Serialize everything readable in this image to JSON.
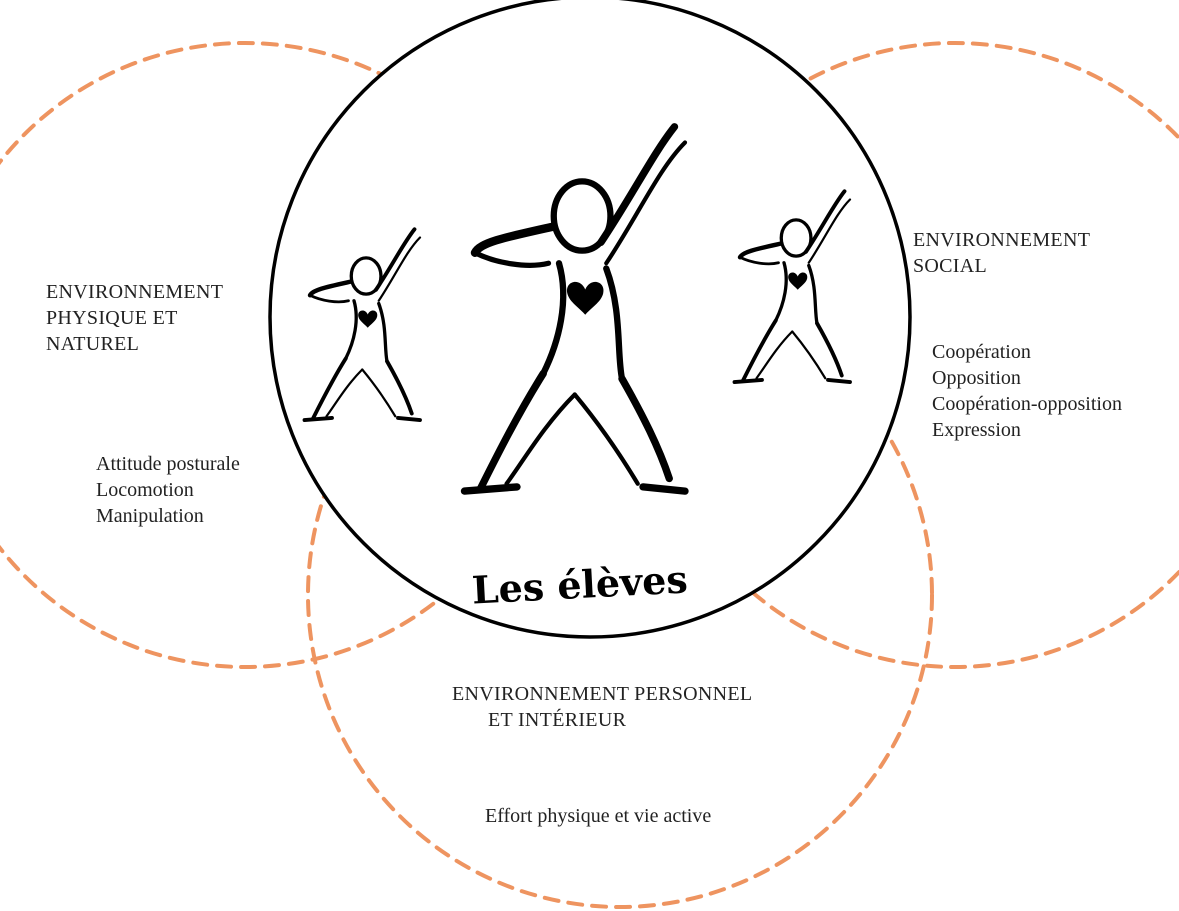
{
  "colors": {
    "dashed_ring": "#ee9460",
    "center_ring": "#000000",
    "text": "#222222",
    "background": "#ffffff"
  },
  "center": {
    "label": "Les élèves"
  },
  "environments": {
    "physical": {
      "title_lines": [
        "ENVIRONNEMENT",
        "PHYSIQUE ET",
        "NATUREL"
      ],
      "items": [
        "Attitude posturale",
        "Locomotion",
        "Manipulation"
      ]
    },
    "social": {
      "title_lines": [
        "ENVIRONNEMENT",
        "SOCIAL"
      ],
      "items": [
        "Coopération",
        "Opposition",
        "Coopération-opposition",
        "Expression"
      ]
    },
    "personal": {
      "title_lines": [
        "ENVIRONNEMENT PERSONNEL",
        "ET INTÉRIEUR"
      ],
      "items": [
        "Effort physique et vie active"
      ]
    }
  },
  "icons": [
    "dancer-figure-icon",
    "heart-icon"
  ]
}
